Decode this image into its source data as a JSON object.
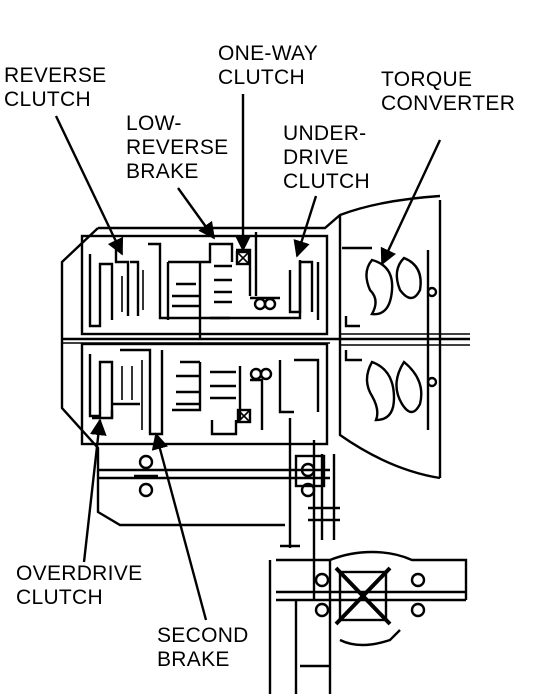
{
  "labels": {
    "reverse_clutch": [
      "REVERSE",
      "CLUTCH"
    ],
    "one_way_clutch": [
      "ONE-WAY",
      "CLUTCH"
    ],
    "torque_converter": [
      "TORQUE",
      "CONVERTER"
    ],
    "low_reverse_brake": [
      "LOW-",
      "REVERSE",
      "BRAKE"
    ],
    "underdrive_clutch": [
      "UNDER-",
      "DRIVE",
      "CLUTCH"
    ],
    "overdrive_clutch": [
      "OVERDRIVE",
      "CLUTCH"
    ],
    "second_brake": [
      "SECOND",
      "BRAKE"
    ]
  },
  "colors": {
    "ink": "#000000",
    "paper": "#ffffff"
  }
}
